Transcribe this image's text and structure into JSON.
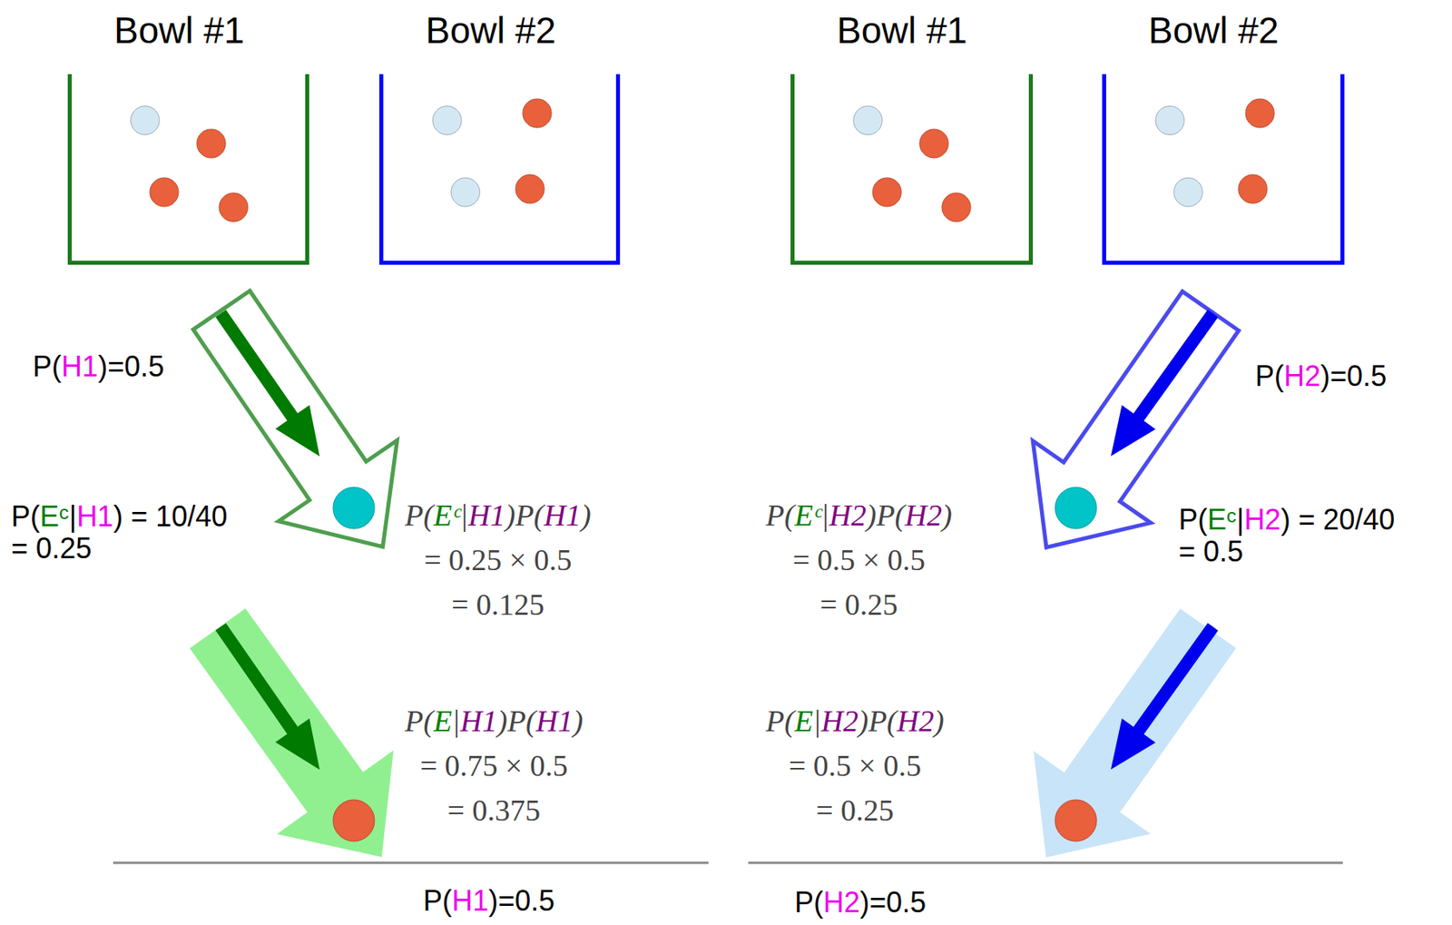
{
  "diagram": {
    "nodes": [
      {
        "text": [
          "Bowl #1"
        ]
      },
      {
        "text": [
          "Bowl #2"
        ]
      },
      {
        "text": [
          "Bowl #1"
        ]
      },
      {
        "text": [
          "Bowl #2"
        ]
      }
    ],
    "labels": [
      "P(H1)=0.5",
      "P(H2)=0.5",
      "P(Eᶜ|H1) = 10/40 = 0.25",
      "P(Eᶜ|H2) = 20/40 = 0.5",
      "P(Eᶜ|H1)P(H1) = 0.25 × 0.5 = 0.125",
      "P(Eᶜ|H2)P(H2) = 0.5 × 0.5 = 0.25",
      "P(E|H1)P(H1) = 0.75 × 0.5 = 0.375",
      "P(E|H2)P(H2) = 0.5 × 0.5 = 0.25",
      "P(H1)=0.5",
      "P(H2)=0.5"
    ]
  }
}
